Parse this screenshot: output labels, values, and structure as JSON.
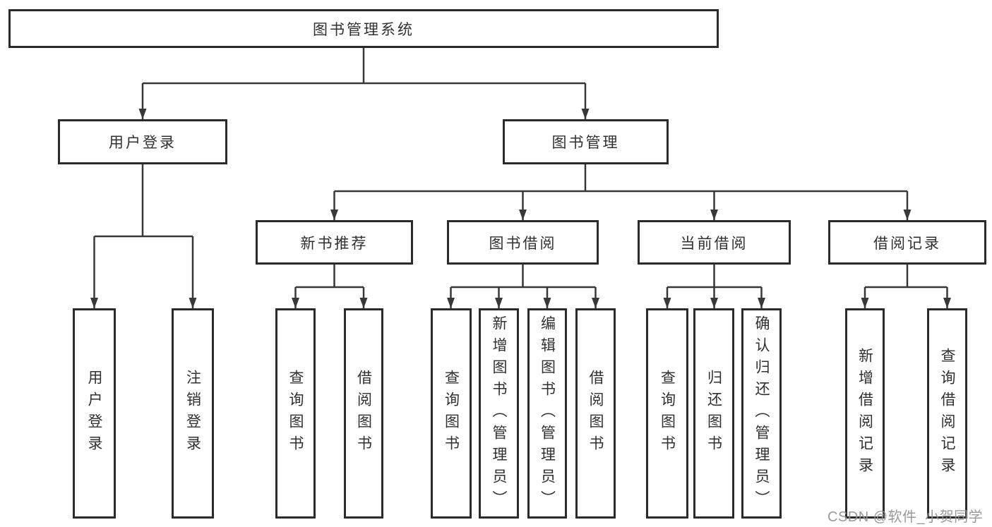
{
  "diagram": {
    "root": {
      "label": "图书管理系统"
    },
    "level2": [
      {
        "label": "用户登录"
      },
      {
        "label": "图书管理"
      }
    ],
    "level3": [
      {
        "label": "新书推荐"
      },
      {
        "label": "图书借阅"
      },
      {
        "label": "当前借阅"
      },
      {
        "label": "借阅记录"
      }
    ],
    "leaves": [
      {
        "label": "用户登录"
      },
      {
        "label": "注销登录"
      },
      {
        "label": "查询图书"
      },
      {
        "label": "借阅图书"
      },
      {
        "label": "查询图书"
      },
      {
        "label": "新增图书（管理员）"
      },
      {
        "label": "编辑图书（管理员）"
      },
      {
        "label": "借阅图书"
      },
      {
        "label": "查询图书"
      },
      {
        "label": "归还图书"
      },
      {
        "label": "确认归还（管理员）"
      },
      {
        "label": "新增借阅记录"
      },
      {
        "label": "查询借阅记录"
      }
    ]
  },
  "watermark": {
    "text": "CSDN @软件_小贺同学"
  },
  "colors": {
    "line": "#383838",
    "border": "#2b2b2b",
    "text": "#303030",
    "watermark": "#949496",
    "background": "#ffffff"
  }
}
